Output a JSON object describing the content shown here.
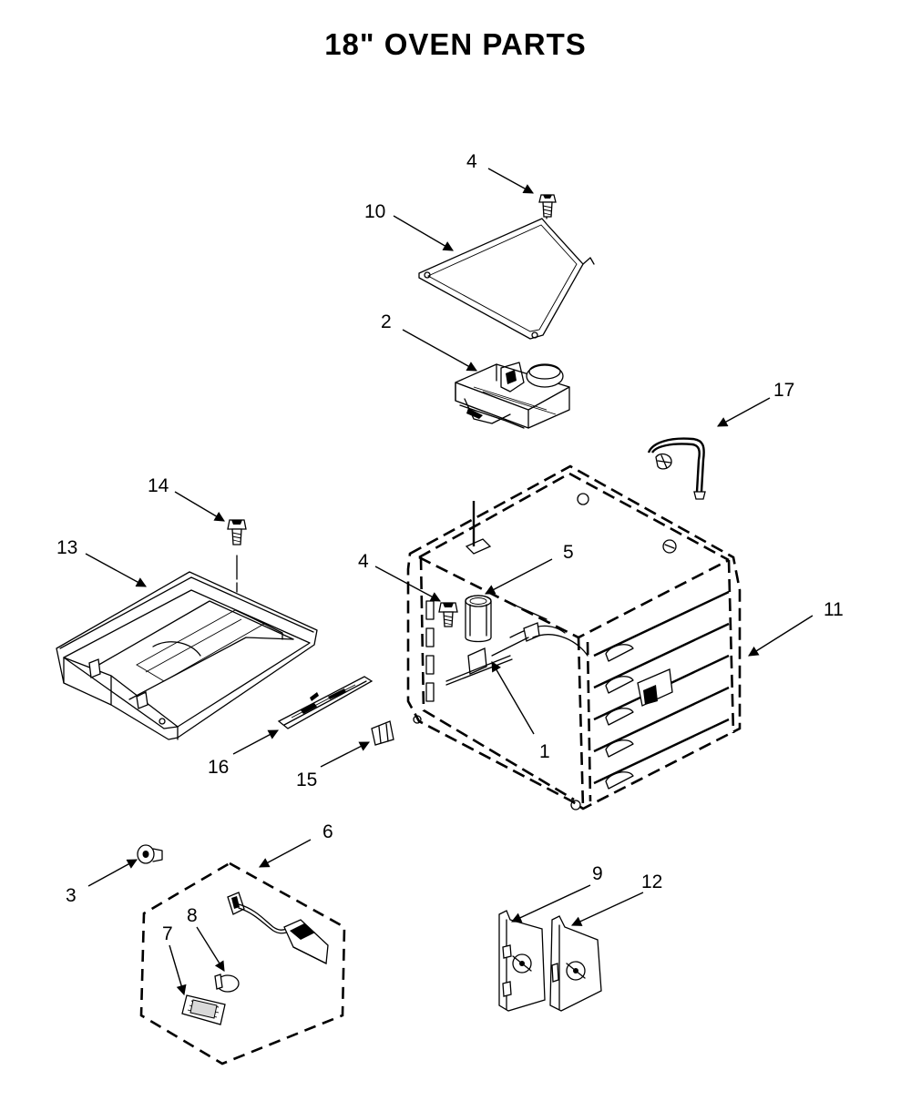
{
  "title": "18\" OVEN PARTS",
  "callouts": [
    {
      "id": "c1",
      "label": "1"
    },
    {
      "id": "c2",
      "label": "2"
    },
    {
      "id": "c3",
      "label": "3"
    },
    {
      "id": "c4a",
      "label": "4"
    },
    {
      "id": "c4b",
      "label": "4"
    },
    {
      "id": "c5",
      "label": "5"
    },
    {
      "id": "c6",
      "label": "6"
    },
    {
      "id": "c7",
      "label": "7"
    },
    {
      "id": "c8",
      "label": "8"
    },
    {
      "id": "c9",
      "label": "9"
    },
    {
      "id": "c10",
      "label": "10"
    },
    {
      "id": "c11",
      "label": "11"
    },
    {
      "id": "c12",
      "label": "12"
    },
    {
      "id": "c13",
      "label": "13"
    },
    {
      "id": "c14",
      "label": "14"
    },
    {
      "id": "c15",
      "label": "15"
    },
    {
      "id": "c16",
      "label": "16"
    },
    {
      "id": "c17",
      "label": "17"
    }
  ]
}
